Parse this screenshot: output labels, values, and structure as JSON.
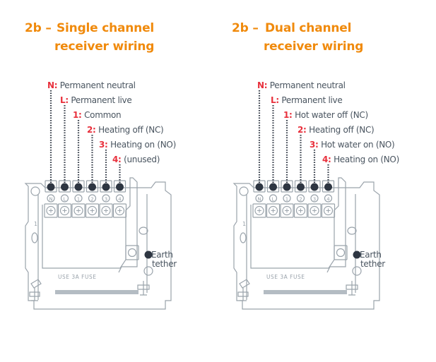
{
  "colors": {
    "title": "#f08a0c",
    "terminal_key": "#e8303c",
    "label_text": "#4a5560",
    "wire_dot": "#2e3642",
    "outline": "#9aa3ab"
  },
  "panels": [
    {
      "title_prefix": "2b –",
      "title_line1": "Single channel",
      "title_line2": "receiver wiring",
      "terminals": [
        {
          "key": "N:",
          "desc": "Permanent neutral",
          "glyph": "N"
        },
        {
          "key": "L:",
          "desc": "Permanent live",
          "glyph": "L"
        },
        {
          "key": "1:",
          "desc": "Common",
          "glyph": "1"
        },
        {
          "key": "2:",
          "desc": "Heating off (NC)",
          "glyph": "2"
        },
        {
          "key": "3:",
          "desc": "Heating on (NO)",
          "glyph": "3"
        },
        {
          "key": "4:",
          "desc": "(unused)",
          "glyph": "4"
        }
      ],
      "earth_line1": "Earth",
      "earth_line2": "tether",
      "fuse_text": "USE   3A   FUSE",
      "side_mark": "1"
    },
    {
      "title_prefix": "2b –",
      "title_line1": "Dual channel",
      "title_line2": "receiver wiring",
      "terminals": [
        {
          "key": "N:",
          "desc": "Permanent neutral",
          "glyph": "N"
        },
        {
          "key": "L:",
          "desc": "Permanent live",
          "glyph": "L"
        },
        {
          "key": "1:",
          "desc": "Hot water off (NC)",
          "glyph": "1"
        },
        {
          "key": "2:",
          "desc": "Heating off (NC)",
          "glyph": "2"
        },
        {
          "key": "3:",
          "desc": "Hot water on (NO)",
          "glyph": "3"
        },
        {
          "key": "4:",
          "desc": "Heating on (NO)",
          "glyph": "4"
        }
      ],
      "earth_line1": "Earth",
      "earth_line2": "tether",
      "fuse_text": "USE   3A   FUSE",
      "side_mark": "1"
    }
  ]
}
